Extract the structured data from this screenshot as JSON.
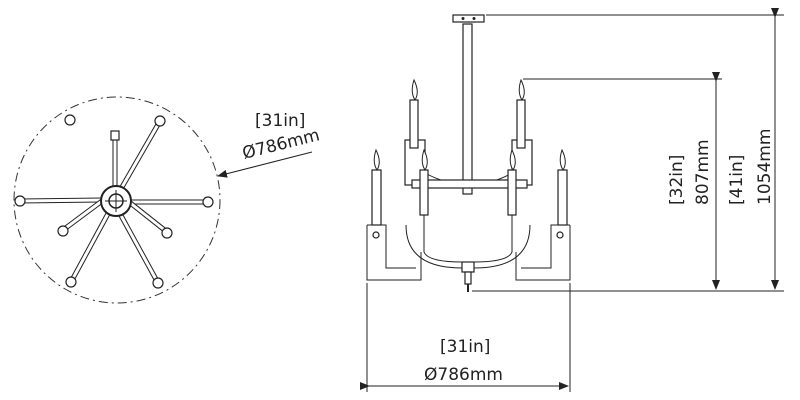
{
  "top_view": {
    "diameter_in": "[31in]",
    "diameter_mm": "Ø786mm"
  },
  "front_view": {
    "width_in": "[31in]",
    "width_mm": "Ø786mm",
    "body_height_in": "[32in]",
    "body_height_mm": "807mm",
    "overall_height_in": "[41in]",
    "overall_height_mm": "1054mm"
  },
  "colors": {
    "line": "#222222",
    "dim_line": "#333333",
    "background": "#ffffff"
  }
}
